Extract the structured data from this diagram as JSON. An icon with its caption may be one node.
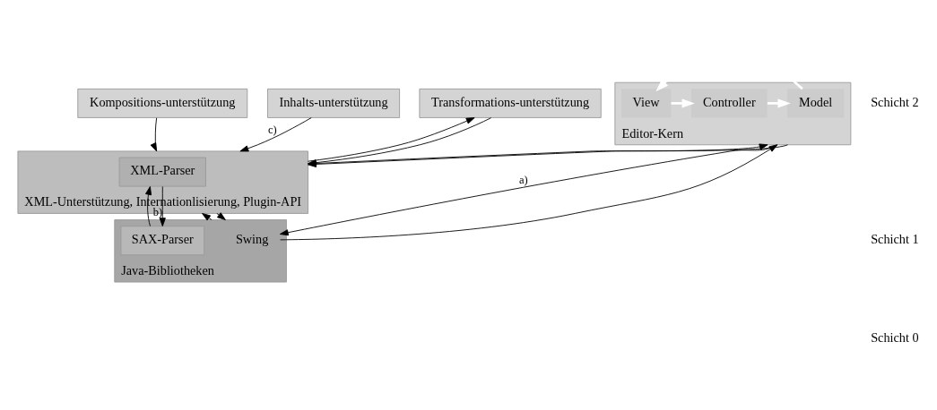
{
  "diagram": {
    "nodes": [
      {
        "text": [
          "Editor-Kern"
        ]
      },
      {
        "text": [
          "Model"
        ],
        "in": 0
      },
      {
        "text": [
          "Controller"
        ],
        "in": 0
      },
      {
        "text": [
          "View"
        ],
        "in": 0
      },
      {
        "text": [
          "Kompositions-unterstützung"
        ]
      },
      {
        "text": [
          "Inhalts-unterstützung"
        ]
      },
      {
        "text": [
          "Transformations-unterstützung"
        ]
      },
      {
        "text": [
          "XML-Unterstützung, Internationlisierung, Plugin-API"
        ]
      },
      {
        "text": [
          "XML-Parser"
        ],
        "in": 7
      },
      {
        "text": [
          "Java-Bibliotheken"
        ]
      },
      {
        "text": [
          "Swing"
        ],
        "in": 9
      },
      {
        "text": [
          "SAX-Parser"
        ],
        "in": 9
      }
    ],
    "edges": [
      {
        "from": 2,
        "to": 1,
        "arrow": "to",
        "style": "thick",
        "color": "#ffffff"
      },
      {
        "from": 1,
        "to": 3,
        "arrow": "to",
        "style": "thick",
        "color": "#ffffff"
      },
      {
        "from": 3,
        "to": 2,
        "arrow": "to",
        "style": "thick",
        "color": "#ffffff"
      },
      {
        "from": 0,
        "to": 10,
        "arrow": "to",
        "label": "a)"
      },
      {
        "from": 10,
        "to": 0,
        "arrow": "to"
      },
      {
        "from": 0,
        "to": 7,
        "arrow": "to"
      },
      {
        "from": 7,
        "to": 0,
        "arrow": "to"
      },
      {
        "from": 4,
        "to": 7,
        "arrow": "to"
      },
      {
        "from": 5,
        "to": 7,
        "arrow": "to",
        "label": "c)"
      },
      {
        "from": 6,
        "to": 7,
        "arrow": "to"
      },
      {
        "from": 7,
        "to": 6,
        "arrow": "to"
      },
      {
        "from": 7,
        "to": 9,
        "arrow": "to"
      },
      {
        "from": 9,
        "to": 7,
        "arrow": "to"
      },
      {
        "from": 8,
        "to": 11,
        "arrow": "to",
        "label": "b)"
      },
      {
        "from": 11,
        "to": 8,
        "arrow": "to"
      }
    ],
    "labels": [
      "Schicht 2",
      "Schicht 1",
      "Schicht 0"
    ]
  }
}
